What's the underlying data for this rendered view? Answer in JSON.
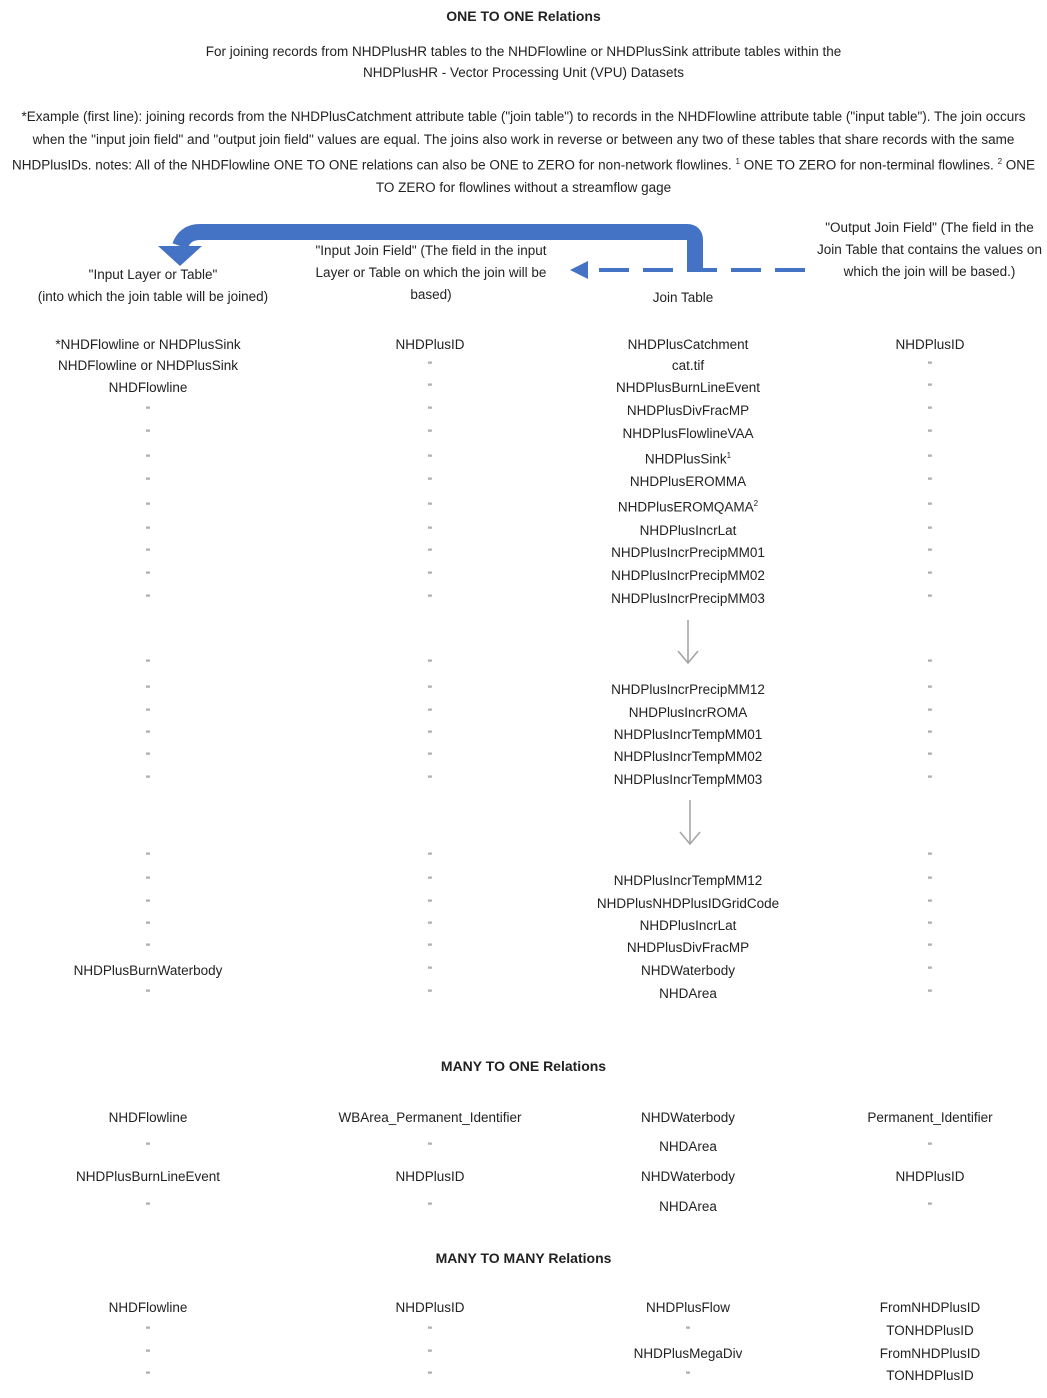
{
  "one_to_one": {
    "title": "ONE TO ONE Relations",
    "subtitle_line1": "For joining records from NHDPlusHR tables to the NHDFlowline or NHDPlusSink attribute tables within the",
    "subtitle_line2": "NHDPlusHR - Vector Processing Unit (VPU) Datasets",
    "example_text": "*Example (first line): joining records from the NHDPlusCatchment attribute table (\"join table\") to records in the NHDFlowline attribute table (\"input table\").  The join occurs when the \"input join field\" and \"output join field\" values are equal.  The joins also work in reverse or between any two of these tables that share records with the same NHDPlusIDs.  notes: All of the NHDFlowline ONE TO ONE relations can also be ONE to ZERO for non-network flowlines.",
    "note1_mark": "1",
    "note1_text": " ONE TO ZERO for non-terminal flowlines.  ",
    "note2_mark": "2",
    "note2_text": " ONE TO ZERO for flowlines without a streamflow gage",
    "headers": {
      "input_layer": "\"Input Layer or  Table\"\n(into which the join table will be joined)",
      "input_join_field": "\"Input Join Field\"  (The field in the input Layer or Table on which the join will be based)",
      "join_table": "Join Table",
      "output_join_field": "\"Output Join Field\"   (The field in the Join Table that contains the values on which the join will be based.)"
    },
    "ditto": "\"",
    "rows_a": [
      {
        "input": "*NHDFlowline or NHDPlusSink",
        "field": "NHDPlusID",
        "join": "NHDPlusCatchment",
        "sup": "",
        "out": "NHDPlusID"
      },
      {
        "input": "NHDFlowline or NHDPlusSink",
        "field": "\"",
        "join": "cat.tif",
        "sup": "",
        "out": "\""
      },
      {
        "input": "NHDFlowline",
        "field": "\"",
        "join": "NHDPlusBurnLineEvent",
        "sup": "",
        "out": "\""
      },
      {
        "input": "\"",
        "field": "\"",
        "join": "NHDPlusDivFracMP",
        "sup": "",
        "out": "\""
      },
      {
        "input": "\"",
        "field": "\"",
        "join": "NHDPlusFlowlineVAA",
        "sup": "",
        "out": "\""
      },
      {
        "input": "\"",
        "field": "\"",
        "join": "NHDPlusSink",
        "sup": "1",
        "out": "\""
      },
      {
        "input": "\"",
        "field": "\"",
        "join": "NHDPlusEROMMA",
        "sup": "",
        "out": "\""
      },
      {
        "input": "\"",
        "field": "\"",
        "join": "NHDPlusEROMQAMA",
        "sup": "2",
        "out": "\""
      },
      {
        "input": "\"",
        "field": "\"",
        "join": "NHDPlusIncrLat",
        "sup": "",
        "out": "\""
      },
      {
        "input": "\"",
        "field": "\"",
        "join": "NHDPlusIncrPrecipMM01",
        "sup": "",
        "out": "\""
      },
      {
        "input": "\"",
        "field": "\"",
        "join": "NHDPlusIncrPrecipMM02",
        "sup": "",
        "out": "\""
      },
      {
        "input": "\"",
        "field": "\"",
        "join": "NHDPlusIncrPrecipMM03",
        "sup": "",
        "out": "\""
      }
    ],
    "rows_b": [
      {
        "input": "\"",
        "field": "\"",
        "join": "",
        "out": "\""
      },
      {
        "input": "\"",
        "field": "\"",
        "join": "NHDPlusIncrPrecipMM12",
        "out": "\""
      },
      {
        "input": "\"",
        "field": "\"",
        "join": "NHDPlusIncrROMA",
        "out": "\""
      },
      {
        "input": "\"",
        "field": "\"",
        "join": "NHDPlusIncrTempMM01",
        "out": "\""
      },
      {
        "input": "\"",
        "field": "\"",
        "join": "NHDPlusIncrTempMM02",
        "out": "\""
      },
      {
        "input": "\"",
        "field": "\"",
        "join": "NHDPlusIncrTempMM03",
        "out": "\""
      }
    ],
    "rows_c": [
      {
        "input": "\"",
        "field": "\"",
        "join": "",
        "out": "\""
      },
      {
        "input": "\"",
        "field": "\"",
        "join": "NHDPlusIncrTempMM12",
        "out": "\""
      },
      {
        "input": "\"",
        "field": "\"",
        "join": "NHDPlusNHDPlusIDGridCode",
        "out": "\""
      },
      {
        "input": "\"",
        "field": "\"",
        "join": "NHDPlusIncrLat",
        "out": "\""
      },
      {
        "input": "\"",
        "field": "\"",
        "join": "NHDPlusDivFracMP",
        "out": "\""
      },
      {
        "input": "NHDPlusBurnWaterbody",
        "field": "\"",
        "join": "NHDWaterbody",
        "out": "\""
      },
      {
        "input": "\"",
        "field": "\"",
        "join": "NHDArea",
        "out": "\""
      }
    ]
  },
  "many_to_one": {
    "title": "MANY TO ONE Relations",
    "rows": [
      {
        "input": "NHDFlowline",
        "field": "WBArea_Permanent_Identifier",
        "join": "NHDWaterbody",
        "out": "Permanent_Identifier"
      },
      {
        "input": "\"",
        "field": "\"",
        "join": "NHDArea",
        "out": "\""
      },
      {
        "input": "NHDPlusBurnLineEvent",
        "field": "NHDPlusID",
        "join": "NHDWaterbody",
        "out": "NHDPlusID"
      },
      {
        "input": "\"",
        "field": "\"",
        "join": "NHDArea",
        "out": "\""
      }
    ]
  },
  "many_to_many": {
    "title": "MANY TO MANY Relations",
    "rows": [
      {
        "input": "NHDFlowline",
        "field": "NHDPlusID",
        "join": "NHDPlusFlow",
        "out": "FromNHDPlusID"
      },
      {
        "input": "\"",
        "field": "\"",
        "join": "\"",
        "out": "TONHDPlusID"
      },
      {
        "input": "\"",
        "field": "\"",
        "join": "NHDPlusMegaDiv",
        "out": "FromNHDPlusID"
      },
      {
        "input": "\"",
        "field": "\"",
        "join": "\"",
        "out": "TONHDPlusID"
      }
    ]
  },
  "colors": {
    "arrow_blue": "#4472C4",
    "gray_arrow": "#a6a6a6"
  }
}
